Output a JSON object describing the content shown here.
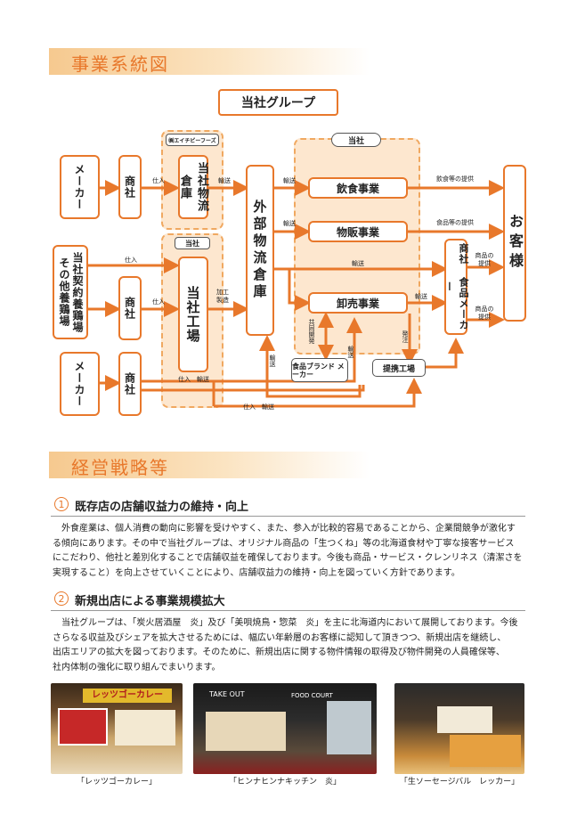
{
  "sections": {
    "system_title": "事業系統図",
    "strategy_title": "経営戦略等"
  },
  "diagram": {
    "group_label": "当社グループ",
    "ehchb_label": "㈱エイチビーフーズ",
    "factory_group_label": "当社",
    "business_group_label": "当社",
    "maker1": "メーカー",
    "shosha1": "商社",
    "warehouse": "当社物流倉庫",
    "contract_farm": "当社契約養鶏場 その他養鶏場",
    "shosha2": "商社",
    "factory": "当社工場",
    "maker2": "メーカー",
    "shosha3": "商社",
    "external_warehouse": "外部物流倉庫",
    "restaurant": "飲食事業",
    "retail": "物販事業",
    "wholesale": "卸売事業",
    "food_maker": "商社 食品メーカー",
    "customer": "お客様",
    "brand_maker": "食品ブランド メーカー",
    "partner_factory": "提携工場",
    "labels": {
      "shiire": "仕入",
      "yuso": "輸送",
      "kako": "加工 製造",
      "inshoku_teikyo": "飲食等の提供",
      "shokuhin_teikyo": "食品等の提供",
      "shohin_teikyo": "商品の 提供",
      "hatchu": "発注",
      "kyodo": "共同開発",
      "shiire_yuso": "仕入　輸送"
    }
  },
  "strategy": {
    "item1_num": "1",
    "item1_title": "既存店の店舗収益力の維持・向上",
    "item1_lines": [
      "　外食産業は、個人消費の動向に影響を受けやすく、また、参入が比較的容易であることから、企業間競争が激化す",
      "る傾向にあります。その中で当社グループは、オリジナル商品の「生つくね」等の北海道食材や丁寧な接客サービス",
      "にこだわり、他社と差別化することで店舗収益を確保しております。今後も商品・サービス・クレンリネス（清潔さを",
      "実現すること）を向上させていくことにより、店舗収益力の維持・向上を図っていく方針であります。"
    ],
    "item2_num": "2",
    "item2_title": "新規出店による事業規模拡大",
    "item2_lines": [
      "　当社グループは、「炭火居酒屋　炎」及び「美唄焼鳥・惣菜　炎」を主に北海道内において展開しております。今後",
      "さらなる収益及びシェアを拡大させるためには、幅広い年齢層のお客様に認知して頂きつつ、新規出店を継続し、",
      "出店エリアの拡大を図っております。そのために、新規出店に関する物件情報の取得及び物件開発の人員確保等、",
      "社内体制の強化に取り組んでまいります。"
    ]
  },
  "photos": {
    "cap1": "「レッツゴーカレー」",
    "cap2": "「ヒンナヒンナキッチン　炎」",
    "cap3": "「生ソーセージバル　レッカー」",
    "sign1": "レッツゴーカレー",
    "sign2": "TAKE OUT",
    "sign2b": "FOOD COURT"
  },
  "colors": {
    "accent": "#e8782b",
    "band": "#f6c98f",
    "dash_fill": "#fde7cf"
  }
}
